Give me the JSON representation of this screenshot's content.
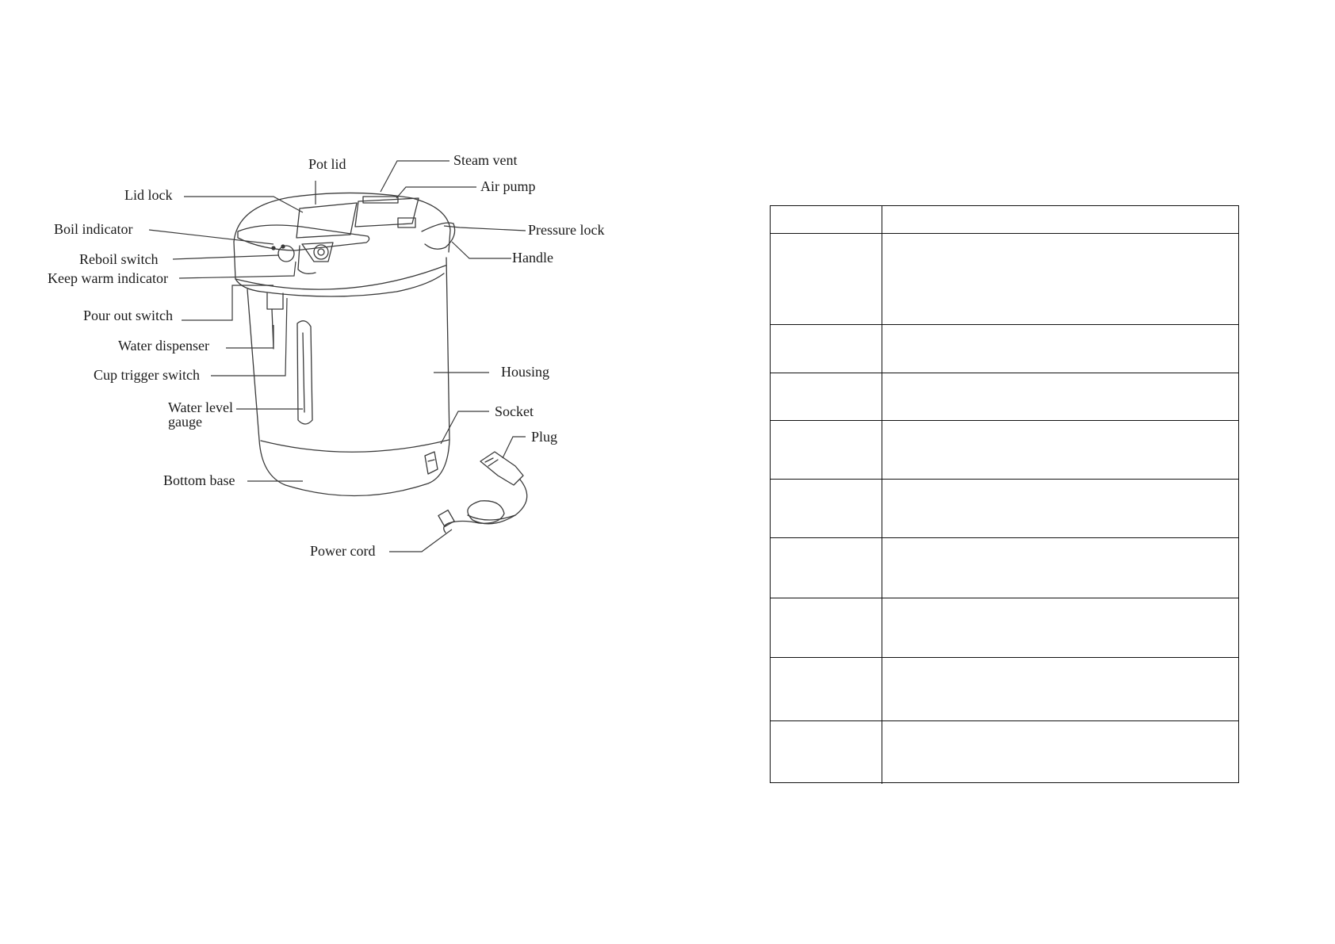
{
  "diagram": {
    "labels": {
      "pot_lid": "Pot lid",
      "steam_vent": "Steam vent",
      "air_pump": "Air pump",
      "lid_lock": "Lid lock",
      "boil_indicator": "Boil indicator",
      "pressure_lock": "Pressure lock",
      "reboil_switch": "Reboil switch",
      "handle": "Handle",
      "keep_warm_indicator": "Keep warm indicator",
      "pour_out_switch": "Pour out switch",
      "water_dispenser": "Water dispenser",
      "cup_trigger_switch": "Cup trigger switch",
      "housing": "Housing",
      "water_level_line1": "Water level",
      "water_level_line2": "gauge",
      "socket": "Socket",
      "plug": "Plug",
      "bottom_base": "Bottom base",
      "power_cord": "Power cord"
    },
    "colors": {
      "line": "#3a3a3a",
      "text": "#1a1a1a"
    }
  },
  "spec_table": {
    "rows": [
      {
        "left": "",
        "right": ""
      },
      {
        "left": "",
        "right": ""
      },
      {
        "left": "",
        "right": ""
      },
      {
        "left": "",
        "right": ""
      },
      {
        "left": "",
        "right": ""
      },
      {
        "left": "",
        "right": ""
      },
      {
        "left": "",
        "right": ""
      },
      {
        "left": "",
        "right": ""
      },
      {
        "left": "",
        "right": ""
      },
      {
        "left": "",
        "right": ""
      }
    ]
  }
}
